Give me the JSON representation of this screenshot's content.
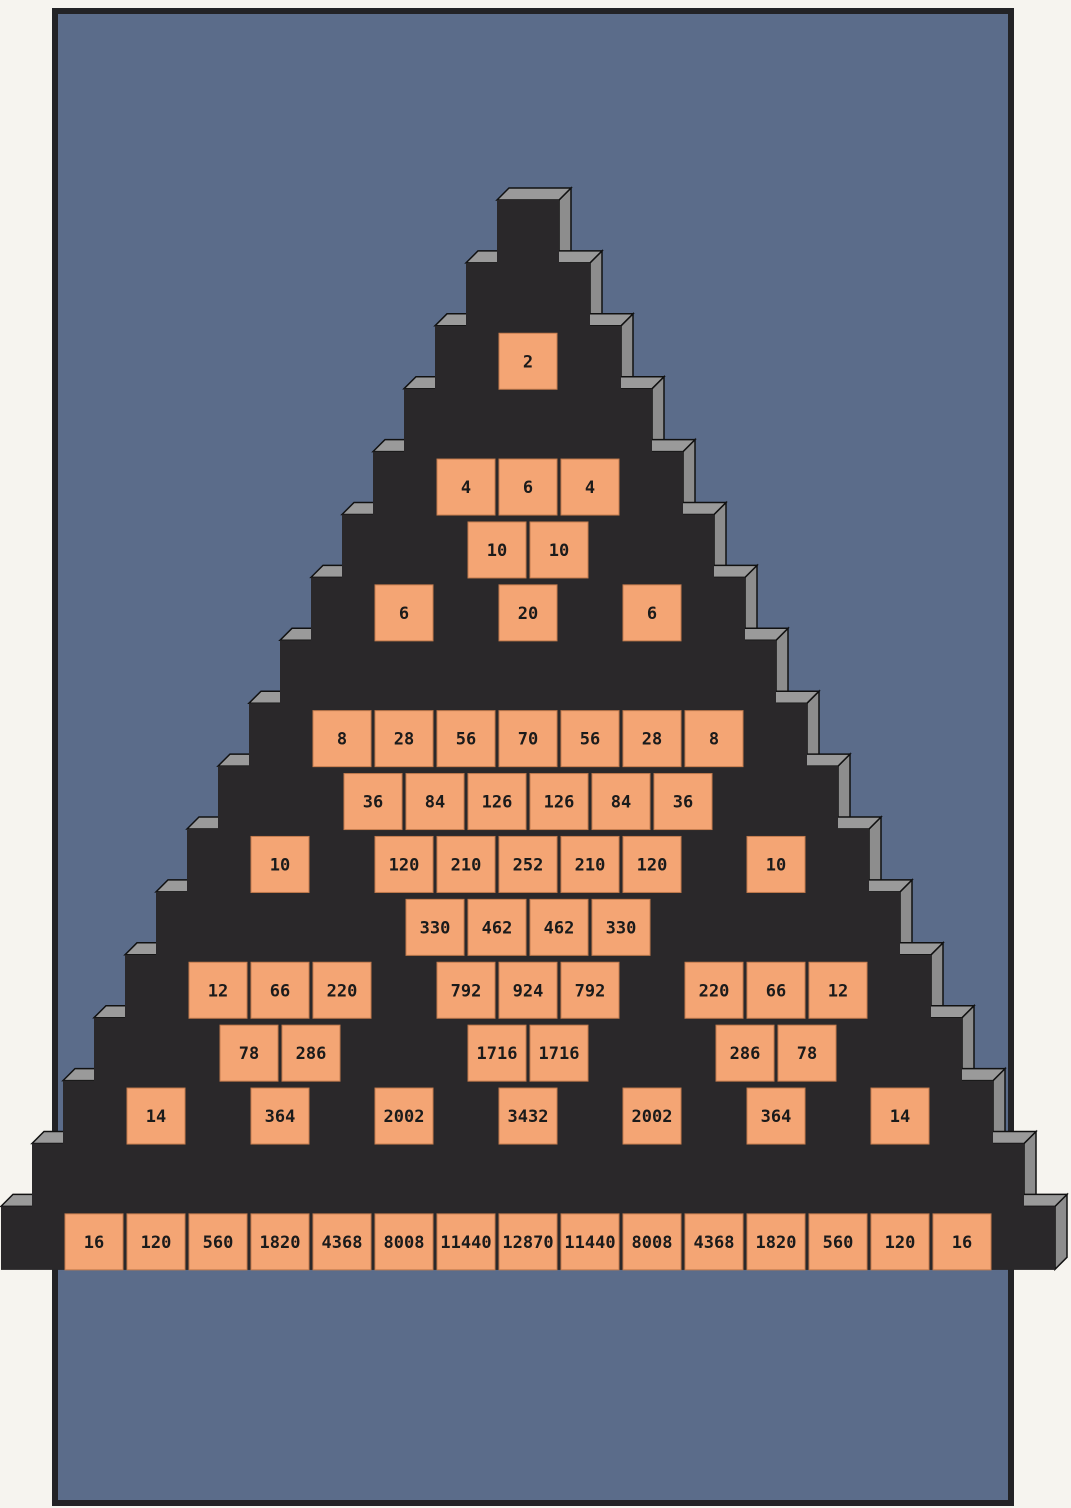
{
  "colors": {
    "paper": "#f6f4ef",
    "background": "#5b6c8a",
    "block": "#2a282a",
    "block_side": "#8d8d8d",
    "block_top": "#9a9a9a",
    "tile": "#f4a574",
    "ink": "#1b1b1b"
  },
  "triangle": {
    "rows": 16,
    "description": "Pascal's triangle drawn as a stepped block pyramid; only even entries are shown on orange tiles",
    "tiles": [
      {
        "row": 2,
        "k": 1,
        "label": "2"
      },
      {
        "row": 4,
        "k": 1,
        "label": "4"
      },
      {
        "row": 4,
        "k": 2,
        "label": "6"
      },
      {
        "row": 4,
        "k": 3,
        "label": "4"
      },
      {
        "row": 5,
        "k": 2,
        "label": "10"
      },
      {
        "row": 5,
        "k": 3,
        "label": "10"
      },
      {
        "row": 6,
        "k": 1,
        "label": "6"
      },
      {
        "row": 6,
        "k": 3,
        "label": "20"
      },
      {
        "row": 6,
        "k": 5,
        "label": "6"
      },
      {
        "row": 8,
        "k": 1,
        "label": "8"
      },
      {
        "row": 8,
        "k": 2,
        "label": "28"
      },
      {
        "row": 8,
        "k": 3,
        "label": "56"
      },
      {
        "row": 8,
        "k": 4,
        "label": "70"
      },
      {
        "row": 8,
        "k": 5,
        "label": "56"
      },
      {
        "row": 8,
        "k": 6,
        "label": "28"
      },
      {
        "row": 8,
        "k": 7,
        "label": "8"
      },
      {
        "row": 9,
        "k": 2,
        "label": "36"
      },
      {
        "row": 9,
        "k": 3,
        "label": "84"
      },
      {
        "row": 9,
        "k": 4,
        "label": "126"
      },
      {
        "row": 9,
        "k": 5,
        "label": "126"
      },
      {
        "row": 9,
        "k": 6,
        "label": "84"
      },
      {
        "row": 9,
        "k": 7,
        "label": "36"
      },
      {
        "row": 10,
        "k": 1,
        "label": "10"
      },
      {
        "row": 10,
        "k": 3,
        "label": "120"
      },
      {
        "row": 10,
        "k": 4,
        "label": "210"
      },
      {
        "row": 10,
        "k": 5,
        "label": "252"
      },
      {
        "row": 10,
        "k": 6,
        "label": "210"
      },
      {
        "row": 10,
        "k": 7,
        "label": "120"
      },
      {
        "row": 10,
        "k": 9,
        "label": "10"
      },
      {
        "row": 11,
        "k": 4,
        "label": "330"
      },
      {
        "row": 11,
        "k": 5,
        "label": "462"
      },
      {
        "row": 11,
        "k": 6,
        "label": "462"
      },
      {
        "row": 11,
        "k": 7,
        "label": "330"
      },
      {
        "row": 12,
        "k": 1,
        "label": "12"
      },
      {
        "row": 12,
        "k": 2,
        "label": "66"
      },
      {
        "row": 12,
        "k": 3,
        "label": "220"
      },
      {
        "row": 12,
        "k": 5,
        "label": "792"
      },
      {
        "row": 12,
        "k": 6,
        "label": "924"
      },
      {
        "row": 12,
        "k": 7,
        "label": "792"
      },
      {
        "row": 12,
        "k": 9,
        "label": "220"
      },
      {
        "row": 12,
        "k": 10,
        "label": "66"
      },
      {
        "row": 12,
        "k": 11,
        "label": "12"
      },
      {
        "row": 13,
        "k": 2,
        "label": "78"
      },
      {
        "row": 13,
        "k": 3,
        "label": "286"
      },
      {
        "row": 13,
        "k": 6,
        "label": "1716"
      },
      {
        "row": 13,
        "k": 7,
        "label": "1716"
      },
      {
        "row": 13,
        "k": 10,
        "label": "286"
      },
      {
        "row": 13,
        "k": 11,
        "label": "78"
      },
      {
        "row": 14,
        "k": 1,
        "label": "14"
      },
      {
        "row": 14,
        "k": 3,
        "label": "364"
      },
      {
        "row": 14,
        "k": 5,
        "label": "2002"
      },
      {
        "row": 14,
        "k": 7,
        "label": "3432"
      },
      {
        "row": 14,
        "k": 9,
        "label": "2002"
      },
      {
        "row": 14,
        "k": 11,
        "label": "364"
      },
      {
        "row": 14,
        "k": 13,
        "label": "14"
      },
      {
        "row": 16,
        "k": 1,
        "label": "16"
      },
      {
        "row": 16,
        "k": 2,
        "label": "120"
      },
      {
        "row": 16,
        "k": 3,
        "label": "560"
      },
      {
        "row": 16,
        "k": 4,
        "label": "1820"
      },
      {
        "row": 16,
        "k": 5,
        "label": "4368"
      },
      {
        "row": 16,
        "k": 6,
        "label": "8008"
      },
      {
        "row": 16,
        "k": 7,
        "label": "11440"
      },
      {
        "row": 16,
        "k": 8,
        "label": "12870"
      },
      {
        "row": 16,
        "k": 9,
        "label": "11440"
      },
      {
        "row": 16,
        "k": 10,
        "label": "8008"
      },
      {
        "row": 16,
        "k": 11,
        "label": "4368"
      },
      {
        "row": 16,
        "k": 12,
        "label": "1820"
      },
      {
        "row": 16,
        "k": 13,
        "label": "560"
      },
      {
        "row": 16,
        "k": 14,
        "label": "120"
      },
      {
        "row": 16,
        "k": 15,
        "label": "16"
      }
    ]
  }
}
